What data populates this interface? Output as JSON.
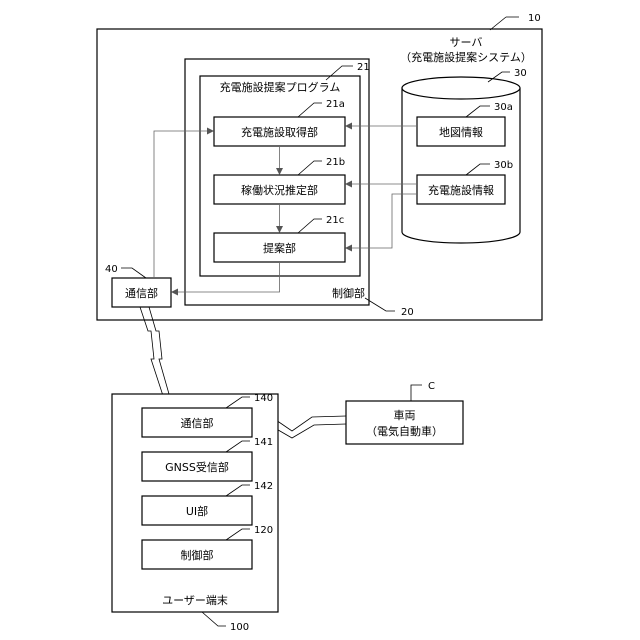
{
  "server": {
    "ref": "10",
    "title_line1": "サーバ",
    "title_line2": "（充電施設提案システム）",
    "program": {
      "ref": "21",
      "title": "充電施設提案プログラム",
      "units": [
        {
          "ref": "21a",
          "label": "充電施設取得部"
        },
        {
          "ref": "21b",
          "label": "稼働状況推定部"
        },
        {
          "ref": "21c",
          "label": "提案部"
        }
      ]
    },
    "control": {
      "ref": "20",
      "label": "制御部"
    },
    "database": {
      "ref": "30",
      "items": [
        {
          "ref": "30a",
          "label": "地図情報"
        },
        {
          "ref": "30b",
          "label": "充電施設情報"
        }
      ]
    },
    "comm": {
      "ref": "40",
      "label": "通信部"
    }
  },
  "terminal": {
    "ref": "100",
    "label": "ユーザー端末",
    "units": [
      {
        "ref": "140",
        "label": "通信部"
      },
      {
        "ref": "141",
        "label": "GNSS受信部"
      },
      {
        "ref": "142",
        "label": "UI部"
      },
      {
        "ref": "120",
        "label": "制御部"
      }
    ]
  },
  "vehicle": {
    "ref": "C",
    "line1": "車両",
    "line2": "（電気自動車）"
  }
}
